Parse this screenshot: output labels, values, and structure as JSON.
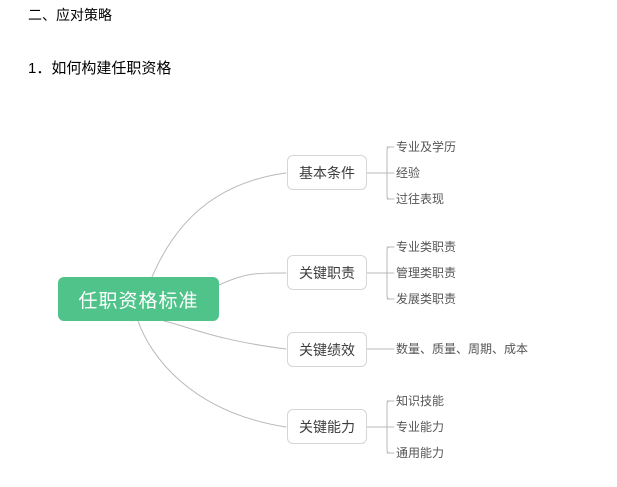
{
  "document": {
    "heading_1": "二、应对策略",
    "heading_2": "1．如何构建任职资格"
  },
  "colors": {
    "root_fill": "#4fc38a",
    "root_text": "#ffffff",
    "branch_border": "#d6d6d6",
    "branch_text": "#3d3d3d",
    "leaf_text": "#555555",
    "edge_stroke": "#b9b9b9",
    "page_background": "#ffffff"
  },
  "mindmap": {
    "root": {
      "label": "任职资格标准"
    },
    "branches": [
      {
        "label": "基本条件",
        "leaves": [
          "专业及学历",
          "经验",
          "过往表现"
        ]
      },
      {
        "label": "关键职责",
        "leaves": [
          "专业类职责",
          "管理类职责",
          "发展类职责"
        ]
      },
      {
        "label": "关键绩效",
        "leaves": [
          "数量、质量、周期、成本"
        ]
      },
      {
        "label": "关键能力",
        "leaves": [
          "知识技能",
          "专业能力",
          "通用能力"
        ]
      }
    ]
  }
}
